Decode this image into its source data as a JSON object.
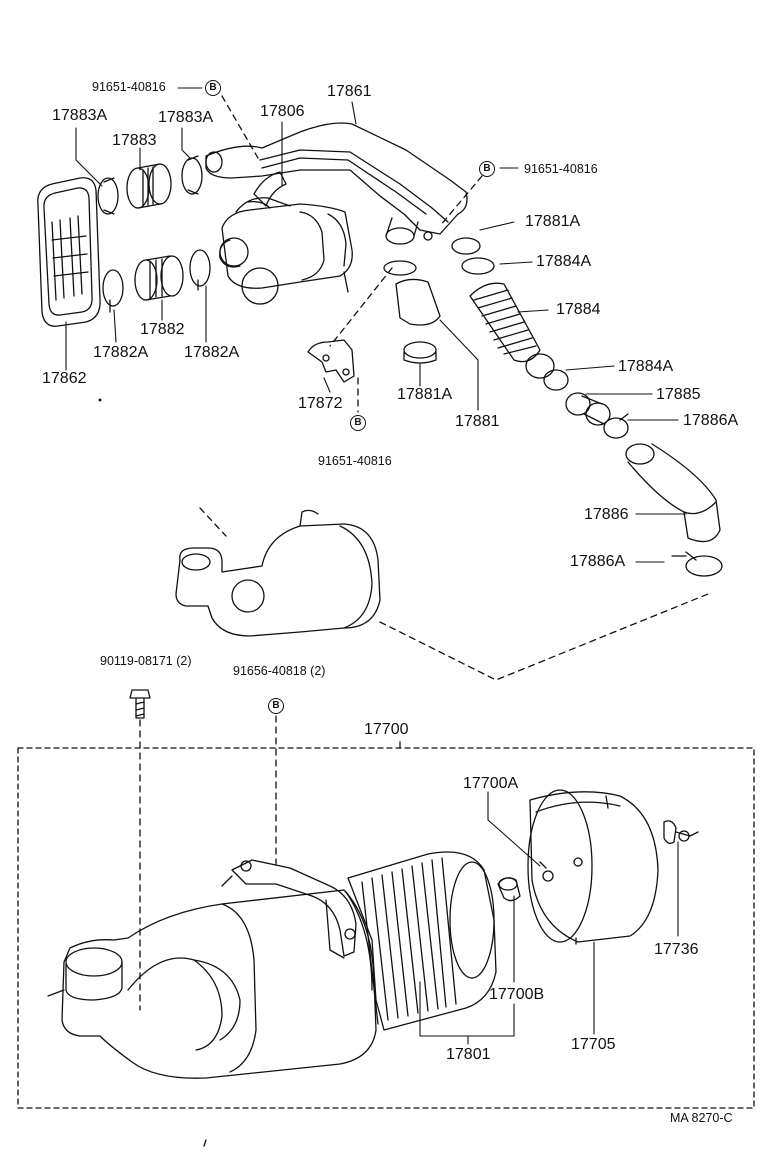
{
  "labels": {
    "p91651_40816_top": "91651-40816",
    "p17861": "17861",
    "p17883A_left": "17883A",
    "p17806": "17806",
    "p17883A_right": "17883A",
    "p17883": "17883",
    "p91651_40816_right": "91651-40816",
    "p17881A_top": "17881A",
    "p17884A_top": "17884A",
    "p17884": "17884",
    "p17882": "17882",
    "p17882A_left": "17882A",
    "p17882A_right": "17882A",
    "p17862": "17862",
    "p17884A_bottom": "17884A",
    "p17885": "17885",
    "p17872": "17872",
    "p17881A_bottom": "17881A",
    "p17886A_top": "17886A",
    "p17881": "17881",
    "p91651_40816_bottom": "91651-40816",
    "p17886": "17886",
    "p17886A_bottom": "17886A",
    "p90119_08171": "90119-08171 (2)",
    "p91656_40818": "91656-40818 (2)",
    "p17700": "17700",
    "p17700A": "17700A",
    "p17736": "17736",
    "p17700B": "17700B",
    "p17801": "17801",
    "p17705": "17705",
    "ref_code": "MA  8270-C"
  },
  "symbols": {
    "b_mark": "B"
  }
}
